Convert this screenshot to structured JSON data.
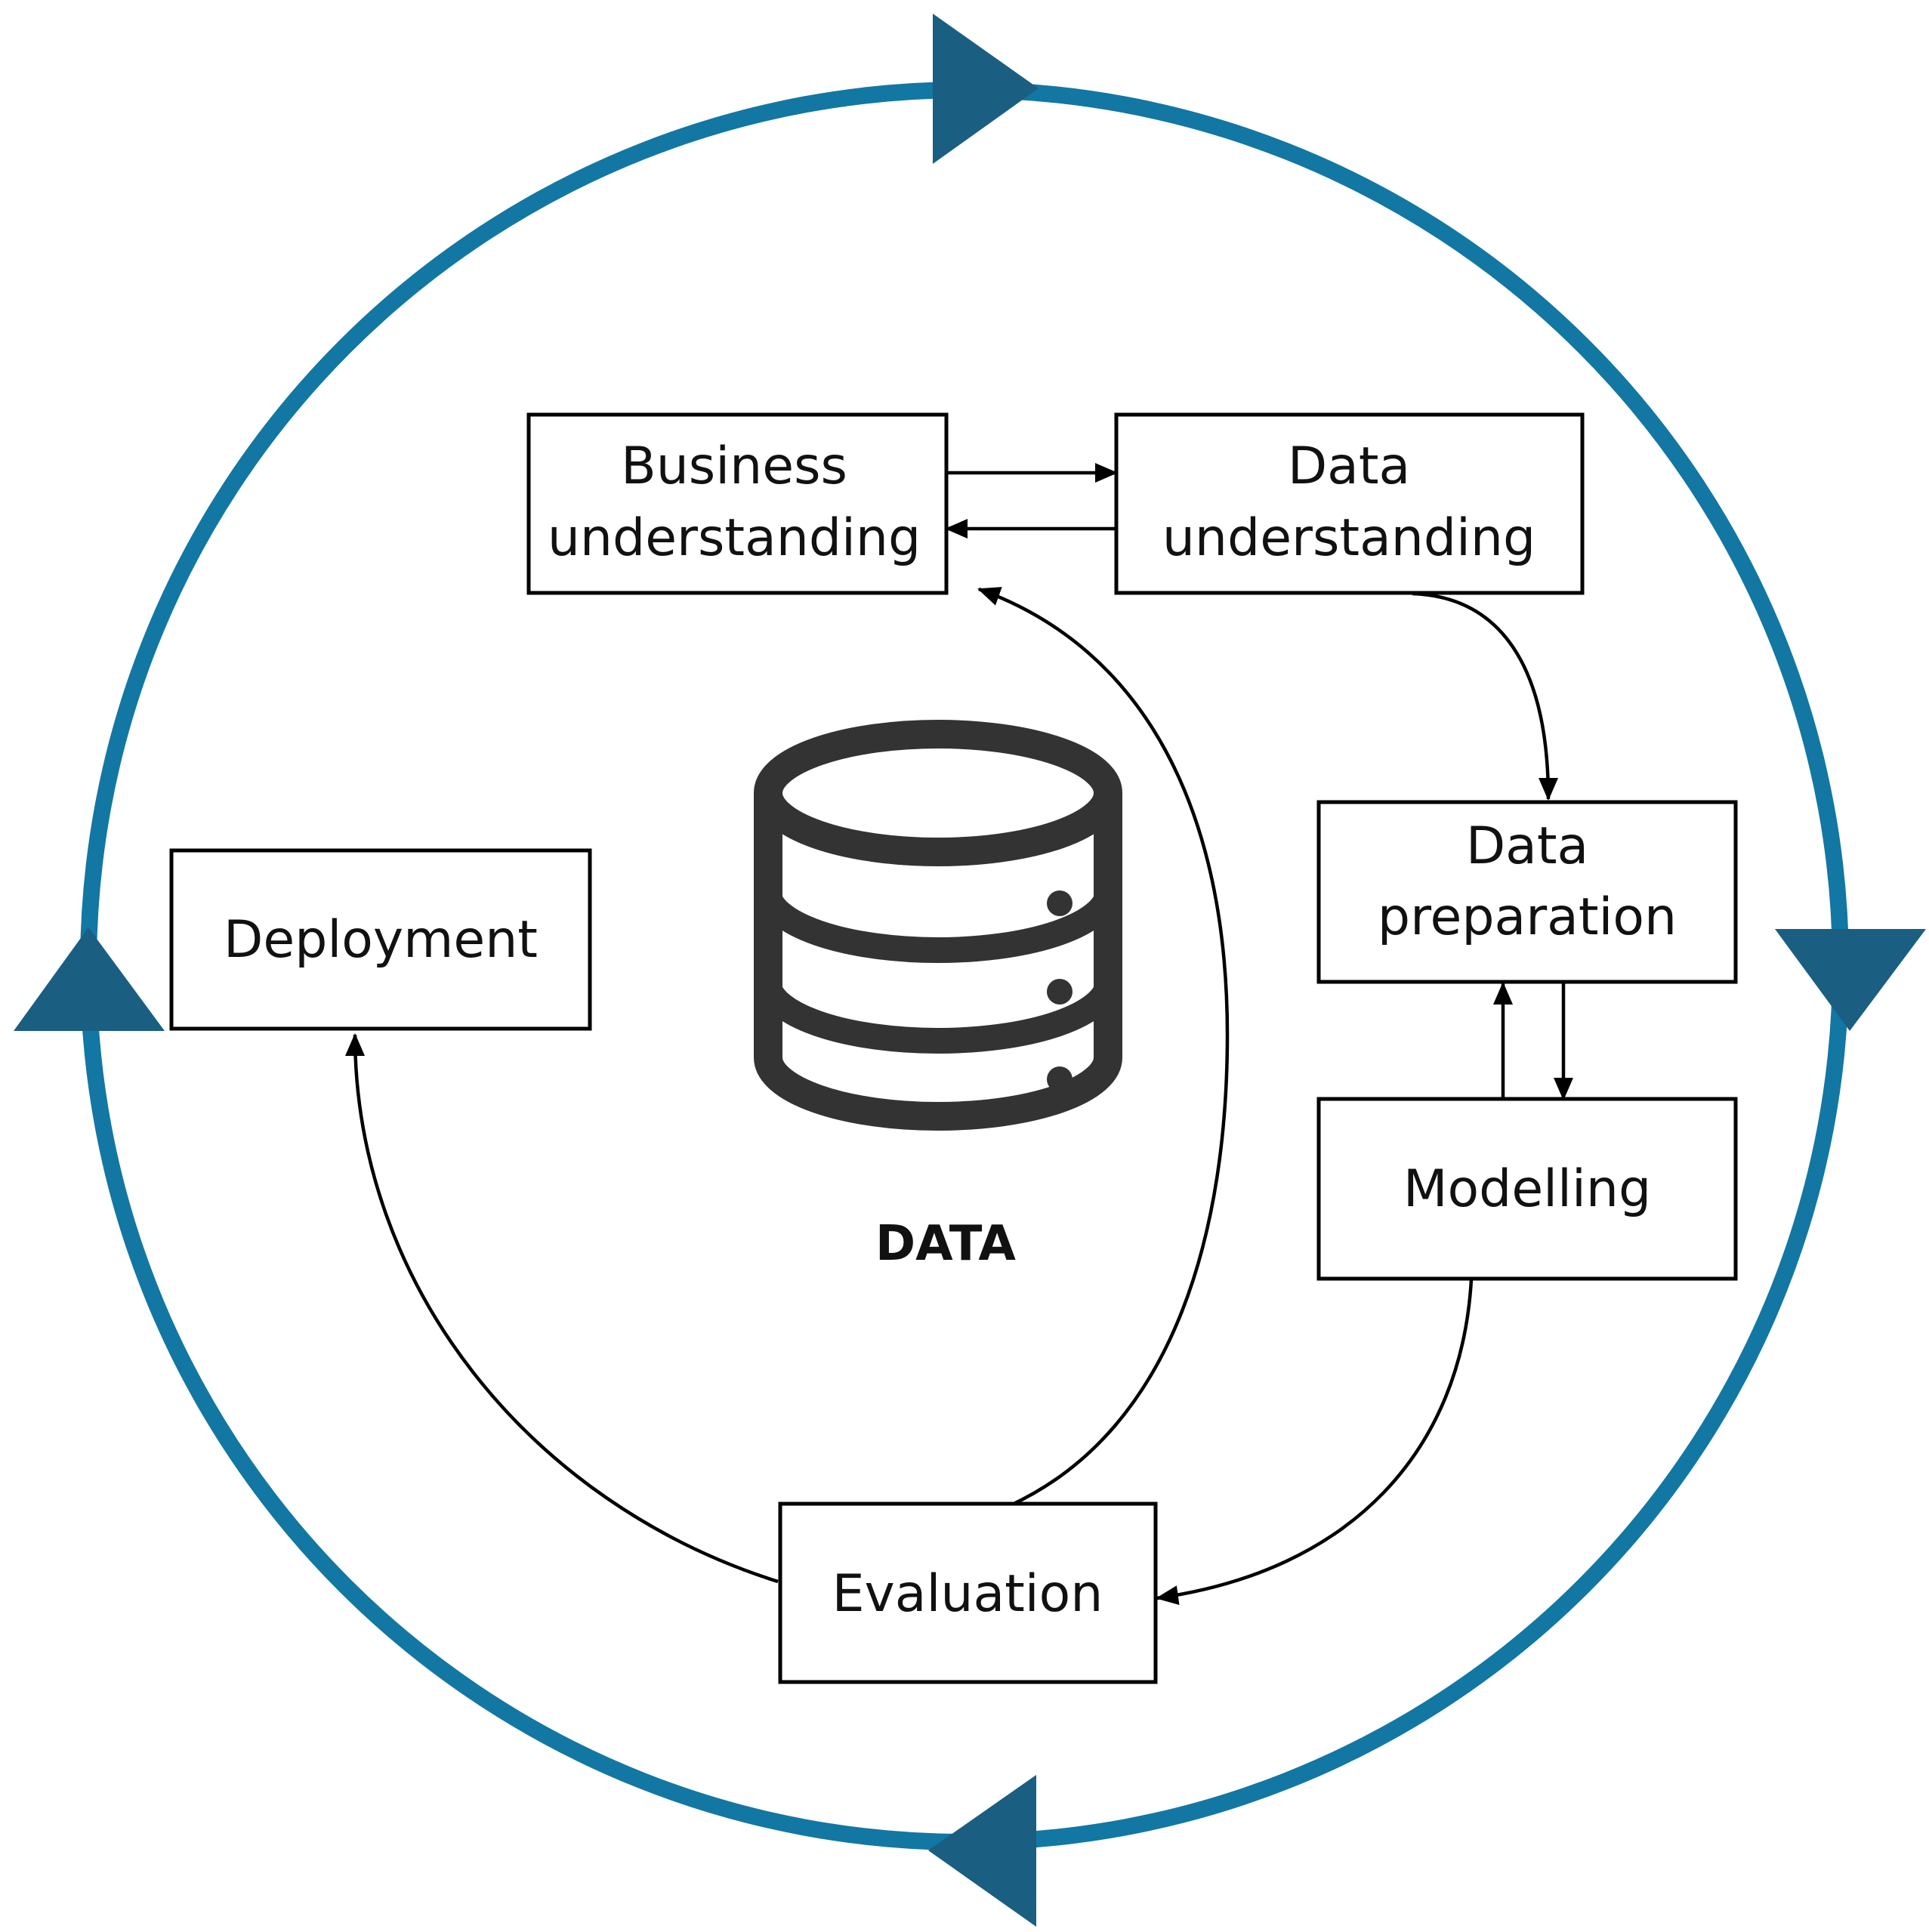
{
  "colors": {
    "cycle_ring": "#1277A3",
    "cycle_arrowheads": "#1A5E82",
    "database_icon": "#333333",
    "box_border": "#000000",
    "text": "#111111"
  },
  "center": {
    "icon": "database-icon",
    "label": "DATA"
  },
  "phases": {
    "business_understanding": {
      "line1": "Business",
      "line2": "understanding"
    },
    "data_understanding": {
      "line1": "Data",
      "line2": "understanding"
    },
    "data_preparation": {
      "line1": "Data",
      "line2": "preparation"
    },
    "modelling": {
      "label": "Modelling"
    },
    "evaluation": {
      "label": "Evaluation"
    },
    "deployment": {
      "label": "Deployment"
    }
  }
}
